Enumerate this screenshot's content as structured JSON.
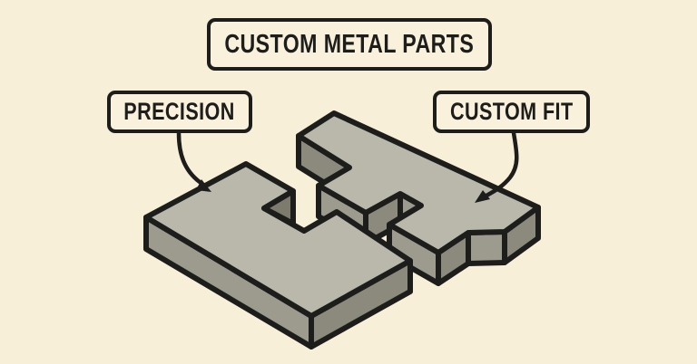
{
  "title_banner": {
    "label": "CUSTOM METAL PARTS"
  },
  "callouts": [
    {
      "label": "PRECISION"
    },
    {
      "label": "CUSTOM FIT"
    }
  ],
  "colors": {
    "background": "#f8efd8",
    "label_box_bg": "#f9f1dc",
    "label_border": "#1d1d1b",
    "label_text": "#1d1d1b",
    "outline": "#1d1d1b",
    "face_top": "#b9b8ab",
    "face_medium": "#9c9b8d",
    "face_dark": "#8b8a7c",
    "face_darkest": "#7c7b6e"
  }
}
